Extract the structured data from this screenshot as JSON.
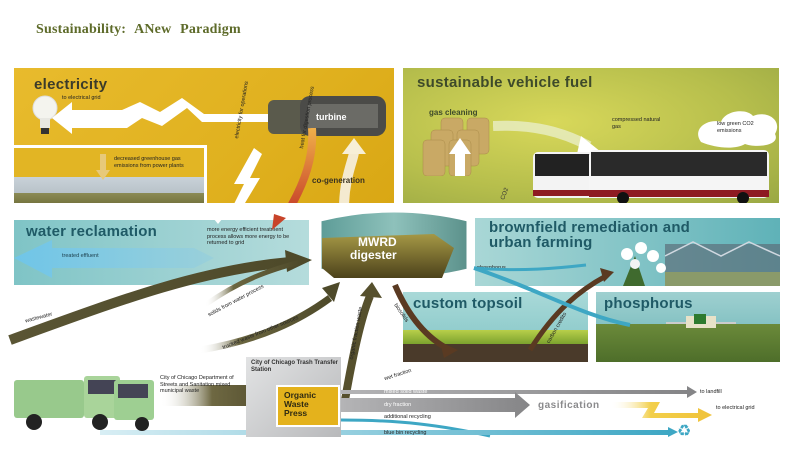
{
  "title": "Sustainability:  ANew  Paradigm",
  "panels": {
    "electricity": {
      "heading": "electricity",
      "to_grid": "to electrical grid",
      "emissions_note": "decreased greenhouse gas emissions from power plants",
      "turbine_label": "turbine",
      "cogeneration": "co-generation",
      "heat_label": "heat for digestion process",
      "electricity_label": "electricity for operations"
    },
    "vehicle_fuel": {
      "heading": "sustainable vehicle fuel",
      "gas_cleaning": "gas cleaning",
      "cng": "compressed natural gas",
      "emissions": "low green CO2 emissions",
      "co2": "CO2"
    },
    "water": {
      "heading": "water reclamation",
      "effluent": "treated effluent",
      "energy_note": "more energy efficient treatment process allows more energy to be returned to grid",
      "wastewater": "wastewater",
      "solids": "solids from water process",
      "fog": "trucked waste from other sources"
    },
    "digester": {
      "line1": "MWRD",
      "line2": "digester",
      "biosolids": "biosolids",
      "food_waste": "organic fraction waste"
    },
    "brownfield": {
      "heading_line1": "brownfield remediation and",
      "heading_line2": "urban farming",
      "phosphorus_label": "phosphorus"
    },
    "topsoil": {
      "heading": "custom topsoil",
      "compost_label": "carbon credits"
    },
    "phosphorus": {
      "heading": "phosphorus"
    }
  },
  "bottom": {
    "dss_label": "City of Chicago Department of Streets and Sanitation mixed municipal waste",
    "station_label": "City of Chicago Trash Transfer Station",
    "press_label": [
      "Organic",
      "Waste",
      "Press"
    ],
    "wet_fraction": "wet fraction",
    "mixed_waste": "mixed solid waste",
    "dry_fraction": "dry fraction",
    "additional": "additional recycling",
    "blue_bin": "blue bin recycling",
    "gasification": "gasification",
    "to_landfill": "to landfill",
    "to_grid": "to electrical grid"
  },
  "colors": {
    "electricity": "#e2b524",
    "fuel": "#b6be4c",
    "teal": "#7fc4c6",
    "olive_arrow": "#4e4a2a",
    "press": "#e4b21c",
    "grey_arrow": "#858587",
    "blue_arrow": "#3ea7c4"
  }
}
